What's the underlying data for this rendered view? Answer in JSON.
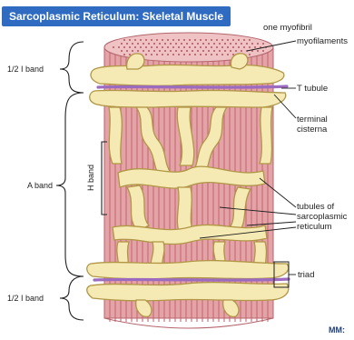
{
  "title": "Sarcoplasmic Reticulum: Skeletal Muscle",
  "labels": {
    "one_myofibril": "one myofibril",
    "myofilaments": "myofilaments",
    "t_tubule": "T tubule",
    "terminal_cisterna": [
      "terminal",
      "cisterna"
    ],
    "tubules_sr": [
      "tubules of",
      "sarcoplasmic",
      "reticulum"
    ],
    "triad": "triad",
    "half_i_band_top": "1/2 I band",
    "a_band": "A band",
    "h_band": "H band",
    "half_i_band_bottom": "1/2 I band"
  },
  "logo": "MM:",
  "colors": {
    "title_bg": "#2f6bc1",
    "fiber": "#e4a4a7",
    "fiber_line": "#c56a72",
    "reticulum": "#f5e9b4",
    "reticulum_edge": "#b09645",
    "t_tubule": "#9b6bbf"
  }
}
